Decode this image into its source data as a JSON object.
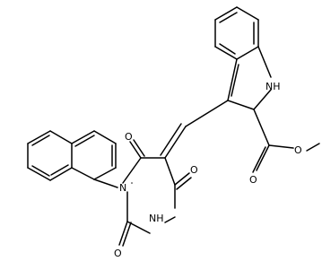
{
  "atom_labels": {
    "indole_nh": "NH",
    "indole_h": "H",
    "ester_o_carbonyl": "O",
    "ester_o_methoxy": "O",
    "pyrimidine_n_aryl": "N",
    "pyrimidine_nh": "NH",
    "c4_oxo": "O",
    "c6_oxo": "O",
    "c2_oxo": "O"
  }
}
